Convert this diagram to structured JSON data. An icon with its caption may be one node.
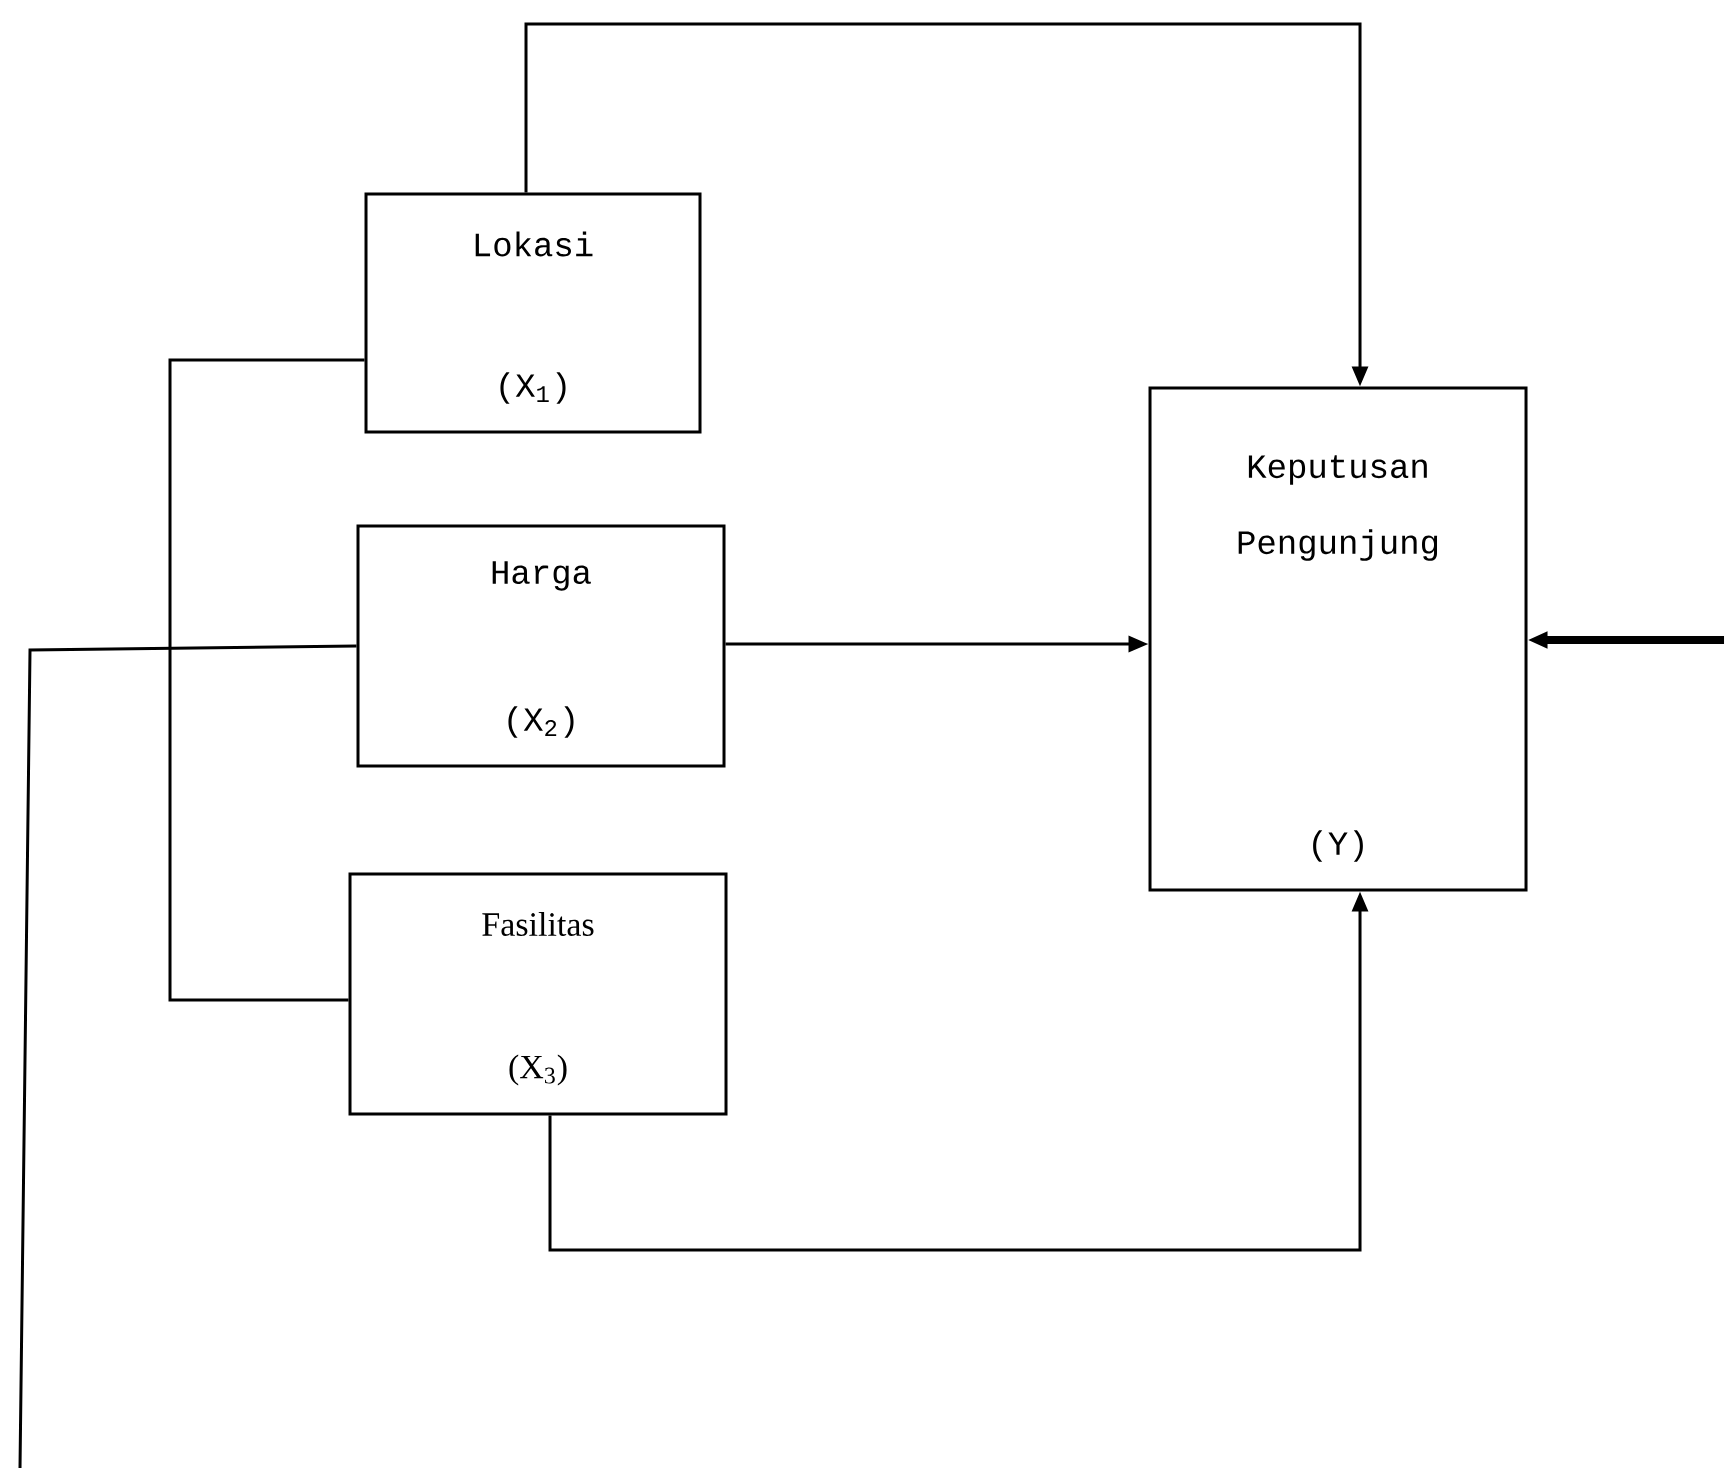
{
  "diagram": {
    "nodes": [
      {
        "text": [
          "Lokasi",
          "(X$_{1}$)"
        ]
      },
      {
        "text": [
          "Harga",
          "(X$_{2}$)"
        ]
      },
      {
        "text": [
          "Fasilitas",
          "(X$_{3}$)"
        ]
      },
      {
        "text": [
          "Keputusan Pengunjung",
          "(Y)"
        ]
      }
    ],
    "edges": [
      {
        "from": 0,
        "to": 3,
        "arrow": "to"
      },
      {
        "from": 1,
        "to": 3,
        "arrow": "to"
      },
      {
        "from": 2,
        "to": 3,
        "arrow": "to"
      },
      {
        "from": null,
        "to": 3,
        "arrow": "to",
        "style": "thick"
      },
      {
        "from": 0,
        "to": 2,
        "arrow": "none"
      },
      {
        "from": 1,
        "to": null,
        "arrow": "none"
      }
    ]
  }
}
